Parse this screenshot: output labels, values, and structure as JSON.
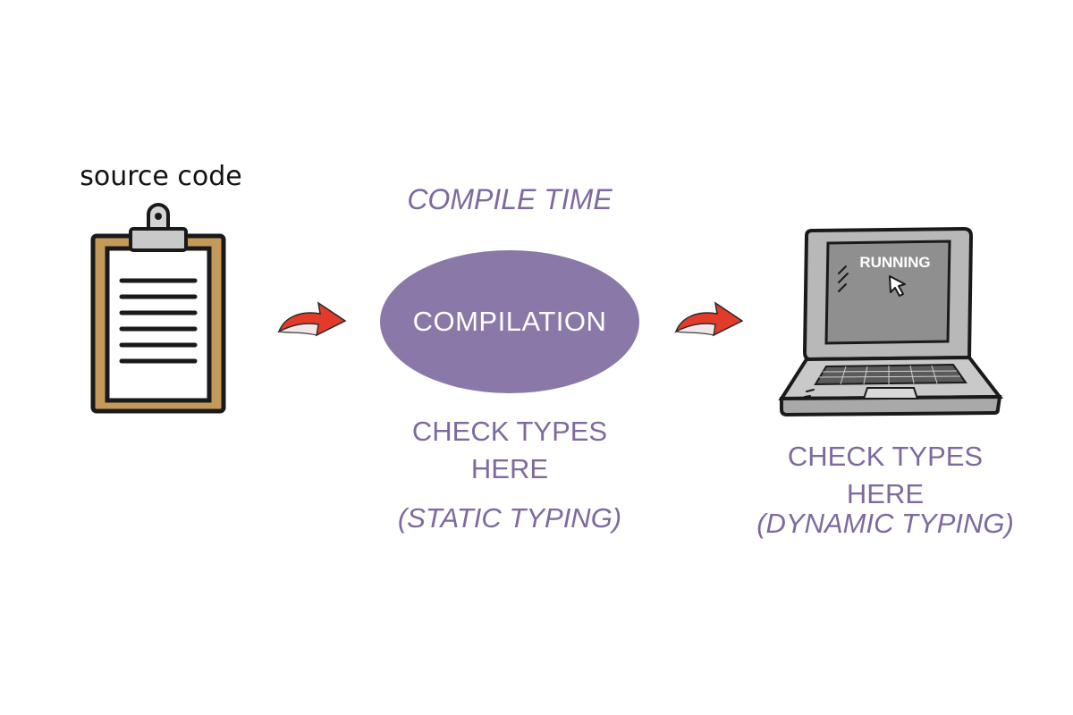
{
  "source": {
    "label": "source code"
  },
  "compile": {
    "time_label": "COMPILE TIME",
    "node_label": "COMPILATION",
    "check_line1": "CHECK TYPES",
    "check_line2": "HERE",
    "typing_label": "(STATIC TYPING)"
  },
  "runtime": {
    "screen_label": "RUNNING",
    "check_line1": "CHECK TYPES",
    "check_line2": "HERE",
    "typing_label": "(DYNAMIC TYPING)"
  },
  "colors": {
    "accent_purple": "#7e6a9f",
    "node_fill": "#8a79a8",
    "arrow_red": "#e23b2a"
  },
  "icons": [
    "clipboard-icon",
    "curved-arrow-icon",
    "laptop-icon",
    "cursor-icon"
  ]
}
